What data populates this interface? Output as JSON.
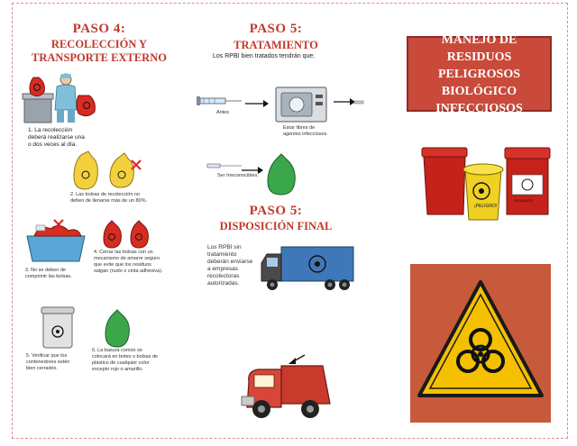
{
  "paso4": {
    "heading": "PASO 4:",
    "subheading": "RECOLECCIÓN Y\nTRANSPORTE EXTERNO",
    "item1": "1. La recolección\ndeberá realizarse una\no dos veces al día.",
    "item2": "2. Las bolsas de recolección no\ndeben de llenarse más de un 80%.",
    "item3": "3. No se deben de\ncomprimir las bolsas.",
    "item4": "4. Cerrar las bolsas con un\nmecanismo de amarre seguro\nque evite que los residuos\nsalgan (nudo o cinta adhesiva).",
    "item5": "5. Verificar que los\ncontenedores estén\nbien cerrados.",
    "item6": "6. La basura común se\ncolocará en botes o bolsas de\nplástico de cualquier color\nexcepto rojo o amarillo."
  },
  "paso5a": {
    "heading": "PASO 5:",
    "subheading": "TRATAMIENTO",
    "intro": "Los RPBI bien tratados tendrán que:",
    "before_label": "Antes",
    "free_label": "Estar libres de\nagentes infecciosos.",
    "unrecognizable_label": "Ser Irreconocibles."
  },
  "paso5b": {
    "heading": "PASO 5:",
    "subheading": "DISPOSICIÓN FINAL",
    "text": "Los RPBI sin\ntratamiento\ndeberán enviarse\na empresas\nrecolectoras\nautorizadas."
  },
  "cover": {
    "title": "MANEJO DE RESIDUOS\nPELIGROSOS\nBIOLÓGICO\nINFECCIOSOS",
    "container_label": "¡PELIGRO!",
    "container_label2": "RESIDUOS"
  },
  "colors": {
    "accent_red": "#c0392b",
    "title_box": "#c94a3a",
    "hazard_panel": "#c65a3b",
    "hazard_yellow": "#f5c000",
    "bag_red": "#d62d20",
    "bag_green": "#3aa84a"
  },
  "icons": [
    "biohazard-icon",
    "arrow-right-icon",
    "red-x-icon",
    "syringe-icon",
    "autoclave-icon",
    "truck-icon",
    "trash-can-icon"
  ]
}
